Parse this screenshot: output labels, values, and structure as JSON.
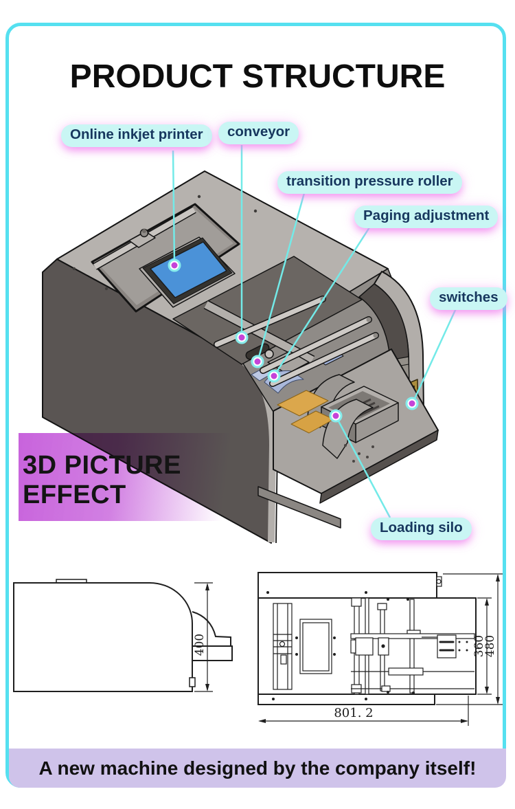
{
  "page": {
    "title": "PRODUCT STRUCTURE",
    "effect_line1": "3D PICTURE",
    "effect_line2": "EFFECT",
    "banner": "A new machine designed by the company itself!"
  },
  "callouts": [
    {
      "id": "online-inkjet-printer",
      "label": "Online inkjet printer"
    },
    {
      "id": "conveyor",
      "label": "conveyor"
    },
    {
      "id": "transition-pressure-roller",
      "label": "transition pressure roller"
    },
    {
      "id": "paging-adjustment",
      "label": "Paging adjustment"
    },
    {
      "id": "switches",
      "label": "switches"
    },
    {
      "id": "loading-silo",
      "label": "Loading silo"
    }
  ],
  "dimensions": {
    "side_height": "400",
    "front_inner_height": "360",
    "front_total_height": "480",
    "front_width": "801. 2"
  },
  "colors": {
    "frame_accent": "#55e0f0",
    "callout_bg": "#c9f6f4",
    "callout_text": "#17375e",
    "callout_glow": "#f08cee",
    "callout_line": "#73eae8",
    "callout_dot": "#c544d8",
    "banner_bg": "#cfc3ea",
    "effect_band": "#c65edb",
    "machine_top": "#b6b2ae",
    "machine_side_dark": "#5a5553",
    "screen_blue": "#4b92d8",
    "paper_orange": "#dba74c",
    "switch_plate_gold": "#ab8d3d"
  }
}
